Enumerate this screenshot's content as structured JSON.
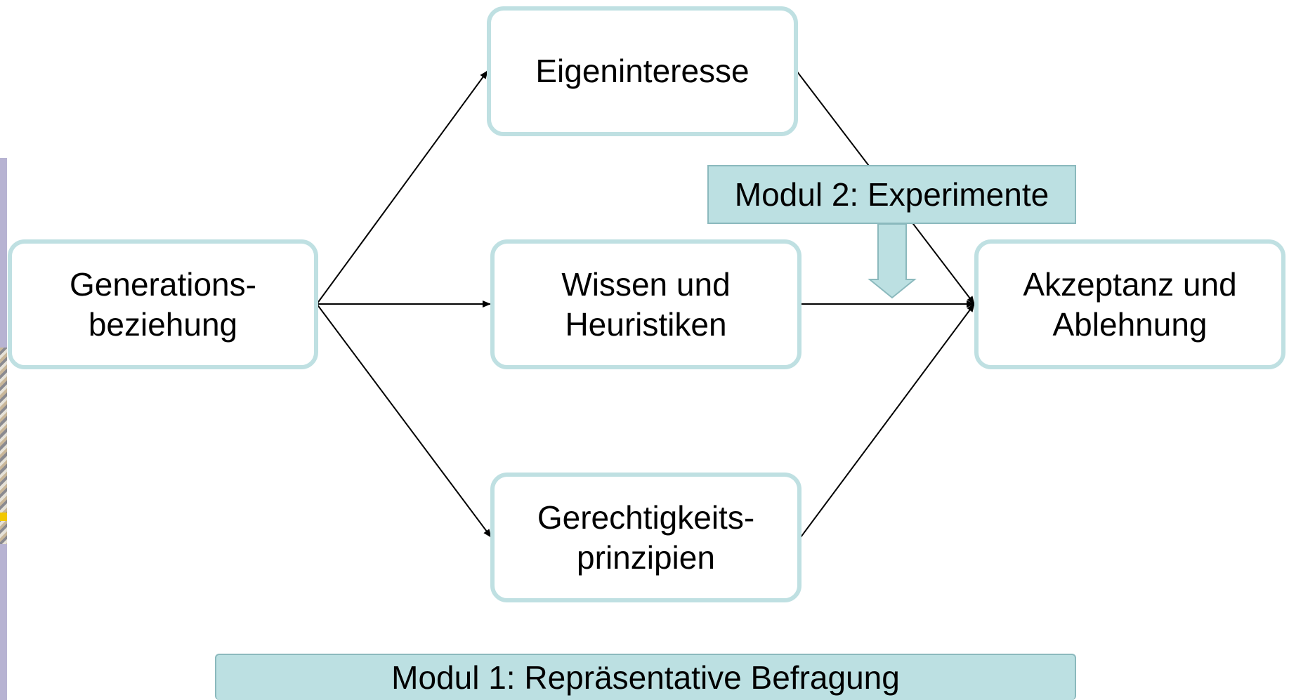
{
  "nodes": {
    "generationsbeziehung": "Generations-\nbeziehung",
    "eigeninteresse": "Eigeninteresse",
    "wissen": "Wissen und\nHeuristiken",
    "gerechtigkeit": "Gerechtigkeits-\nprinzipien",
    "akzeptanz": "Akzeptanz und\nAblehnung"
  },
  "modules": {
    "modul2": "Modul 2: Experimente",
    "modul1": "Modul 1: Repräsentative Befragung"
  },
  "colors": {
    "node_border": "#bfe0e2",
    "module_fill": "#bce0e2",
    "module_border": "#8bb9bd",
    "arrow": "#000000"
  }
}
